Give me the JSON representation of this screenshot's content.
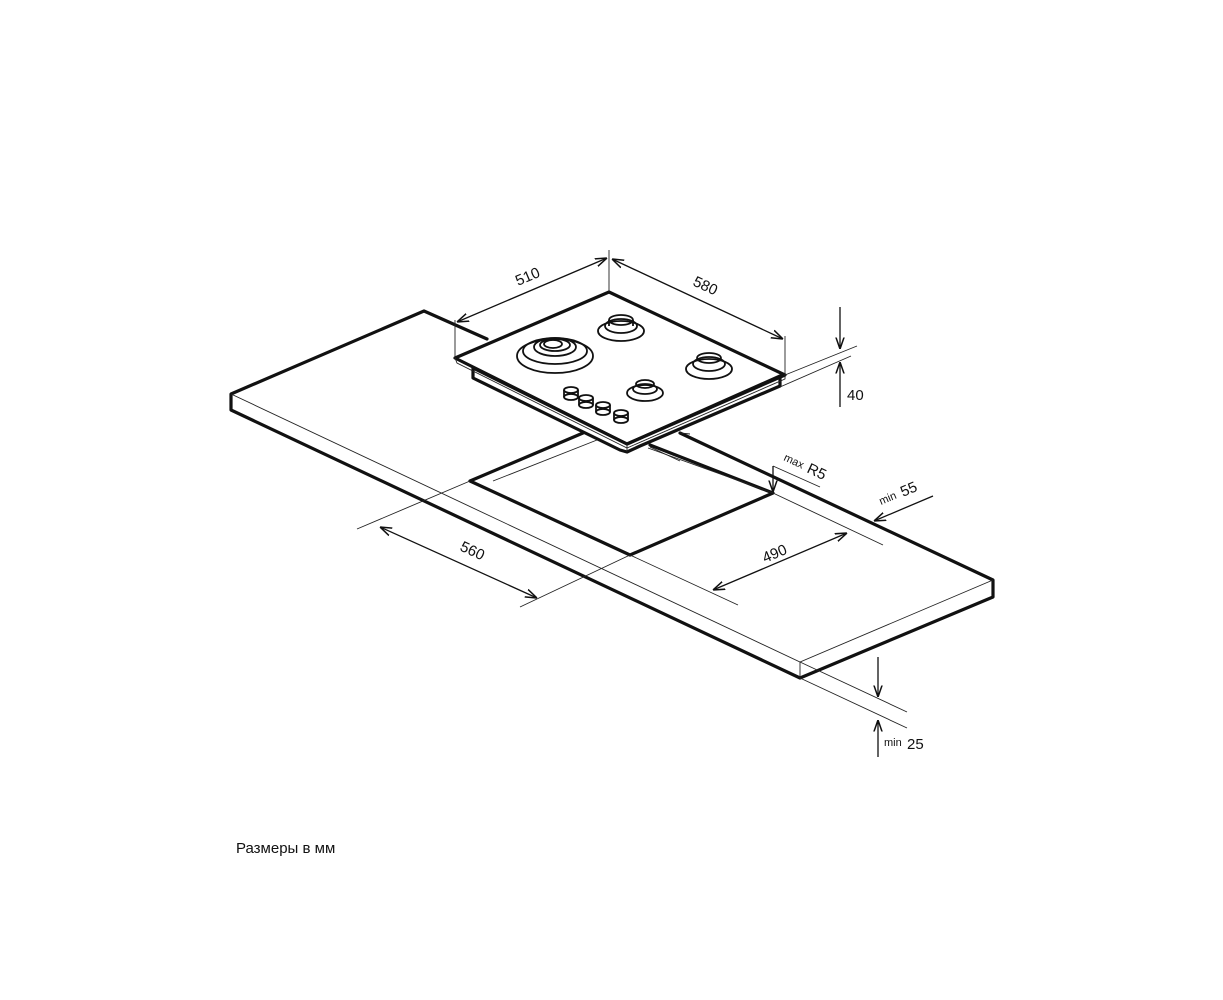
{
  "dimensions": {
    "hob_depth": "510",
    "hob_width": "580",
    "hob_height": "40",
    "cutout_width": "560",
    "cutout_depth": "490",
    "corner_radius_prefix": "max",
    "corner_radius": "R5",
    "front_gap_prefix": "min",
    "front_gap": "55",
    "countertop_thickness_prefix": "min",
    "countertop_thickness": "25"
  },
  "caption": "Размеры в мм"
}
